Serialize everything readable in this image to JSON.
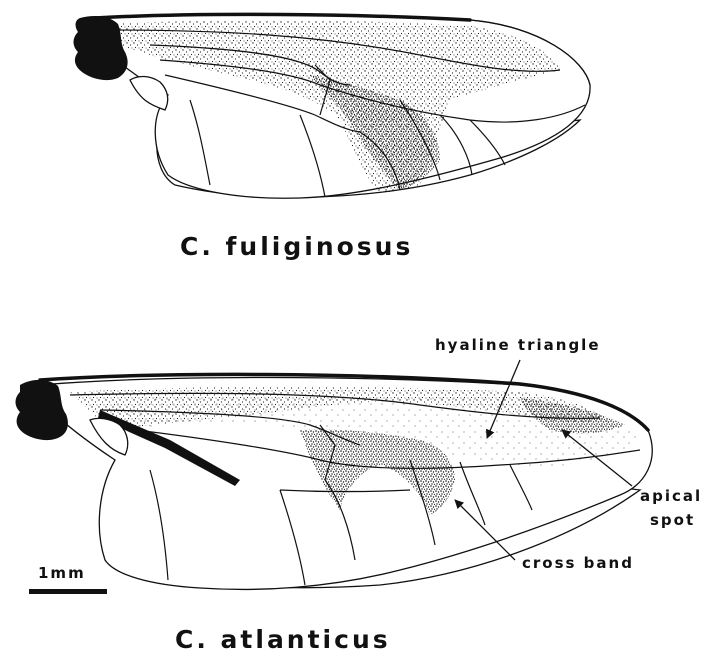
{
  "figure": {
    "wing_top": {
      "caption": "C. fuliginosus"
    },
    "wing_bottom": {
      "caption": "C. atlanticus",
      "annotations": {
        "hyaline_triangle": "hyaline triangle",
        "apical_spot_line1": "apical",
        "apical_spot_line2": "spot",
        "cross_band": "cross band"
      }
    },
    "scale_bar": {
      "label": "1mm"
    }
  },
  "colors": {
    "ink": "#111111",
    "paper": "#ffffff"
  }
}
